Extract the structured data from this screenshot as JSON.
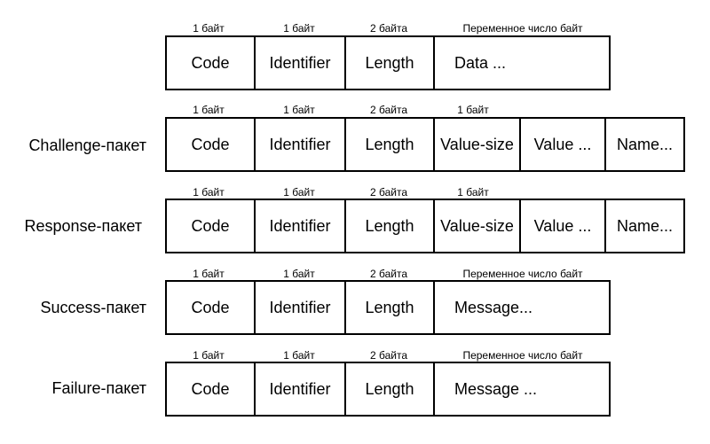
{
  "packets": [
    {
      "label": "",
      "sizes": [
        "1 байт",
        "1 байт",
        "2 байта",
        "Переменное число байт"
      ],
      "fields": [
        "Code",
        "Identifier",
        "Length",
        "Data ..."
      ]
    },
    {
      "label": "Challenge-пакет",
      "sizes": [
        "1 байт",
        "1 байт",
        "2 байта",
        "1 байт"
      ],
      "fields": [
        "Code",
        "Identifier",
        "Length",
        "Value-size",
        "Value ...",
        "Name..."
      ]
    },
    {
      "label": "Response-пакет",
      "sizes": [
        "1 байт",
        "1 байт",
        "2 байта",
        "1 байт"
      ],
      "fields": [
        "Code",
        "Identifier",
        "Length",
        "Value-size",
        "Value ...",
        "Name..."
      ]
    },
    {
      "label": "Success-пакет",
      "sizes": [
        "1 байт",
        "1 байт",
        "2 байта",
        "Переменное число байт"
      ],
      "fields": [
        "Code",
        "Identifier",
        "Length",
        "Message..."
      ]
    },
    {
      "label": "Failure-пакет",
      "sizes": [
        "1 байт",
        "1 байт",
        "2 байта",
        "Переменное число байт"
      ],
      "fields": [
        "Code",
        "Identifier",
        "Length",
        "Message ..."
      ]
    }
  ]
}
